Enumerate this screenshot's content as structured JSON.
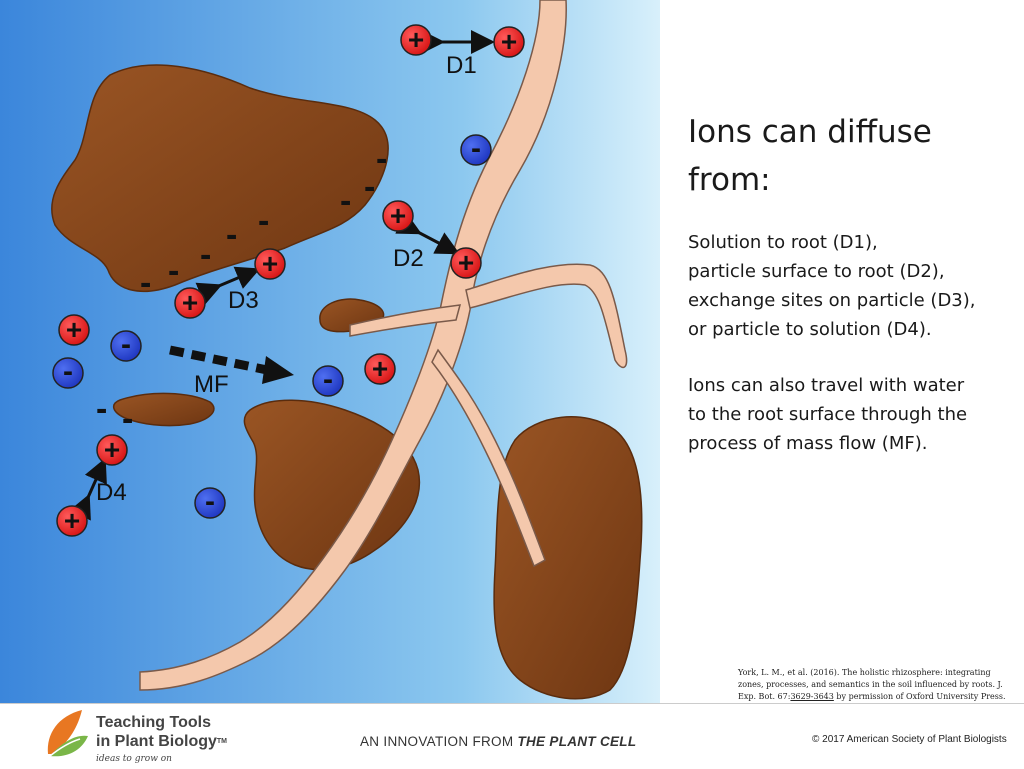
{
  "diagram": {
    "labels": {
      "d1": "D1",
      "d2": "D2",
      "d3": "D3",
      "d4": "D4",
      "mf": "MF"
    },
    "ion_symbols": {
      "positive": "+",
      "negative": "-"
    },
    "colors": {
      "positive_ion": "#e62020",
      "negative_ion": "#2a48d8",
      "root": "#f4c8ac",
      "soil_particle": "#8b4a1c",
      "solution_light": "#d8f0fb",
      "solution_dark": "#3b86db"
    }
  },
  "text_panel": {
    "heading_line1": "Ions can diffuse",
    "heading_line2": "from:",
    "para1": [
      "Solution to root (D1),",
      "particle surface to root (D2),",
      "exchange sites on particle (D3),",
      "or particle to solution (D4)."
    ],
    "para2": [
      "Ions can also travel with water",
      "to the root surface through the",
      "process of mass flow (MF)."
    ]
  },
  "citation": {
    "text": "York, L. M., et al. (2016). The holistic rhizosphere: integrating zones, processes, and semantics in the soil influenced by roots. J. Exp. Bot. 67:",
    "link": "3629-3643",
    "suffix": " by permission of Oxford University Press."
  },
  "footer": {
    "brand_line1": "Teaching Tools",
    "brand_line2": "in Plant Biology",
    "trademark": "TM",
    "tagline": "ideas to grow on",
    "innovation_prefix": "AN INNOVATION FROM ",
    "innovation_journal": "THE PLANT CELL",
    "copyright": "© 2017 American Society of Plant Biologists"
  }
}
